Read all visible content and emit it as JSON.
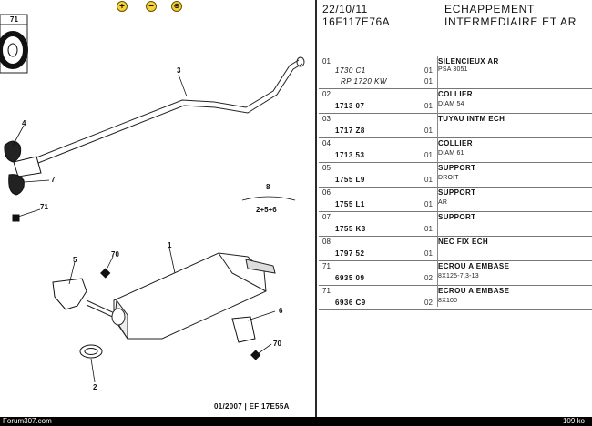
{
  "toolbar": {
    "zoom_in_label": "+",
    "zoom_out_label": "−",
    "zoom_fit_label": "⊕"
  },
  "header": {
    "date": "22/10/11",
    "code": "16F117E76A",
    "title_line1": "ECHAPPEMENT",
    "title_line2": "INTERMEDIAIRE ET AR"
  },
  "parts": [
    {
      "ref": "01",
      "pn": "",
      "qty": "",
      "desc": "SILENCIEUX AR",
      "sub": [
        {
          "pn": "1730 C1",
          "qty": "01",
          "detail": "PSA 3051",
          "italic": true
        },
        {
          "pn": "RP 1720 KW",
          "qty": "01",
          "detail": "",
          "italic": true
        }
      ]
    },
    {
      "ref": "02",
      "pn": "1713 07",
      "qty": "01",
      "desc": "COLLIER",
      "detail": "DIAM 54"
    },
    {
      "ref": "03",
      "pn": "1717 Z8",
      "qty": "01",
      "desc": "TUYAU INTM ECH",
      "detail": ""
    },
    {
      "ref": "04",
      "pn": "1713 53",
      "qty": "01",
      "desc": "COLLIER",
      "detail": "DIAM 61"
    },
    {
      "ref": "05",
      "pn": "1755 L9",
      "qty": "01",
      "desc": "SUPPORT",
      "detail": "DROIT"
    },
    {
      "ref": "06",
      "pn": "1755 L1",
      "qty": "01",
      "desc": "SUPPORT",
      "detail": "AR"
    },
    {
      "ref": "07",
      "pn": "1755 K3",
      "qty": "01",
      "desc": "SUPPORT",
      "detail": ""
    },
    {
      "ref": "08",
      "pn": "1797 52",
      "qty": "01",
      "desc": "NEC FIX ECH",
      "detail": ""
    },
    {
      "ref": "71",
      "pn": "6935 09",
      "qty": "02",
      "desc": "ECROU A EMBASE",
      "detail": "8X125-7,3-13"
    },
    {
      "ref": "71",
      "pn": "6936 C9",
      "qty": "02",
      "desc": "ECROU A EMBASE",
      "detail": "8X100"
    }
  ],
  "diagram": {
    "callouts": [
      "71",
      "3",
      "4",
      "7",
      "71",
      "8",
      "2+5+6",
      "1",
      "5",
      "70",
      "6",
      "70",
      "2"
    ],
    "caption": "01/2007 | EF 17E55A"
  },
  "footer": {
    "left": "Forum307.com",
    "right": "109 ko"
  }
}
